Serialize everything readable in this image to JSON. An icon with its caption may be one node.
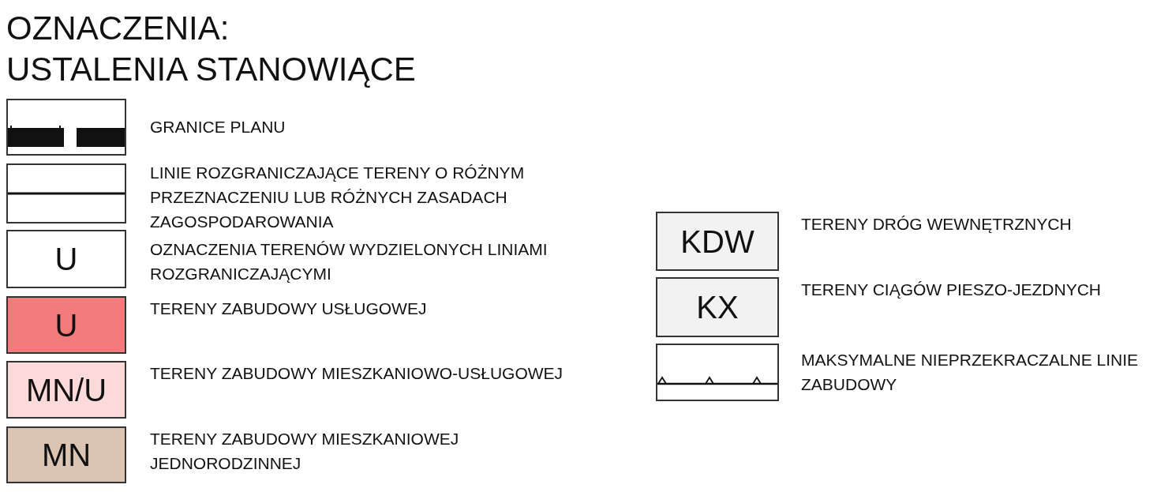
{
  "diagram": {
    "title": "OZNACZENIA:",
    "labels": [
      "USTALENIA STANOWIĄCE",
      "U",
      "U",
      "MN/U",
      "MN",
      "KDW",
      "KX"
    ],
    "legend": [
      {
        "text": "GRANICE PLANU"
      },
      {
        "text": "LINIE ROZGRANICZAJĄCE TERENY O RÓŻNYM PRZEZNACZENIU LUB RÓŻNYCH ZASADACH ZAGOSPODAROWANIA"
      },
      {
        "text": "OZNACZENIA TERENÓW WYDZIELONYCH LINIAMI ROZGRANICZAJĄCYMI",
        "color": "#ffffff"
      },
      {
        "text": "TERENY ZABUDOWY USŁUGOWEJ",
        "color": "#f47b7b"
      },
      {
        "text": "TERENY ZABUDOWY MIESZKANIOWO-USŁUGOWEJ",
        "color": "#fcdada"
      },
      {
        "text": "TERENY ZABUDOWY MIESZKANIOWEJ JEDNORODZINNEJ",
        "color": "#dcc4b2"
      },
      {
        "text": "TERENY DRÓG WEWNĘTRZNYCH",
        "color": "#f2f2f2"
      },
      {
        "text": "TERENY CIĄGÓW PIESZO-JEZDNYCH",
        "color": "#f2f2f2"
      },
      {
        "text": "MAKSYMALNE NIEPRZEKRACZALNE LINIE ZABUDOWY"
      }
    ]
  }
}
